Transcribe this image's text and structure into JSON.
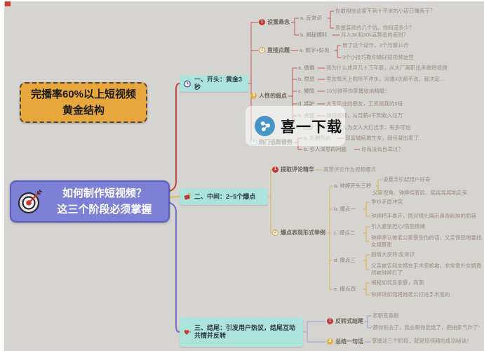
{
  "floating_topic": {
    "line1": "完播率60%以上短视频",
    "line2": "黄金结构"
  },
  "central": {
    "line1": "如何制作短视频？",
    "line2": "这三个阶段必须掌握"
  },
  "watermark": {
    "label": "喜一下载"
  },
  "colors": {
    "background": "#d6d4d1",
    "yellow_topic": "#e7a73c",
    "central_purple": "#7d81d6",
    "branch_node_teal": "#ace3da",
    "branch1_line": "#c1564c",
    "branch2_line": "#d9b44c",
    "branch3_line": "#9b9dd3",
    "badge_red": "#c23b33",
    "badge_yellow": "#d9b34a"
  },
  "branch1": {
    "title": "一、开头：黄金3秒",
    "sub1": {
      "num": "1",
      "label": "设置悬念",
      "a": {
        "label": "a. 反常识",
        "line1": "你敢相信这家不到十平米的小店日赚两千？",
        "line2": "房屋装修的几个坑，你知道多少？"
      },
      "b": {
        "label": "b. 揭秘爆料",
        "line1": "月入3K和30k运营者的差别？"
      }
    },
    "sub2": {
      "num": "2",
      "label": "直接点题",
      "a": {
        "label": "a. 数字+好处",
        "line1": "用了这个动作，3个月瘦10斤",
        "line2": "3个小技巧教你做好短视频运营"
      }
    },
    "sub3": {
      "num": "3",
      "label": "人性的弱点",
      "a": {
        "label": "a. 傲慢",
        "line1": "我为什么放弃几十万年薪，从大厂离职出来做短视频"
      },
      "b": {
        "label": "b. 愤怒",
        "line1": "室友每天上厕所不冲水，沟通3次都不改，我决定…"
      },
      "c": {
        "label": "c. 懒惰",
        "line1": "10分钟带你掌握收纳精髓！"
      },
      "d": {
        "label": "d. 嫉妒",
        "line1": "大专毕业的朋友，工资是我的5倍"
      },
      "e": {
        "label": "e. 贪婪",
        "line1": "做短视频，从月薪4千到收入过万"
      },
      "f": {
        "label": "f. 色欲",
        "line1": "两个男人为女人大打出手，有多可怕"
      }
    },
    "sub4": {
      "num": "4",
      "label": "热门话题借势",
      "a": {
        "label": "a. 近期热点",
        "line1": "郭富城结婚生女，薛佳凝出家了"
      },
      "b": {
        "label": "b. 引人深思的问题",
        "line1": "你有没有自卑过？"
      }
    }
  },
  "branch2": {
    "title": "二、中间：2~5个爆点",
    "sub1": {
      "num": "1",
      "label": "提取评论精华",
      "line1": "高赞评论作为视频爆点"
    },
    "sub2": {
      "num": "2",
      "label": "爆点表现形式举例",
      "a": {
        "label": "a. 钟婷开头三秒",
        "line1": "设悬念引起用户好奇",
        "line2": "父亲视角、钟婷挡着脸、摇摇晃晃地走来"
      },
      "b": {
        "label": "b. 爆点一",
        "line1": "争吵矛盾冲突",
        "line2": "钟婷把手拿开，面对镜头展示鼻青脸肿的面容"
      },
      "c": {
        "label": "c. 爆点二",
        "line1": "引入紧张担心/愤怒情绪",
        "line2": "钟婷承认被老公家暴受伤的话，父亲愤怒地要找女婿算账"
      },
      "d": {
        "label": "d. 爆点三",
        "line1": "剧情大反转/反常识",
        "line2": "父亲被告知女婿在手术室抢救，非常意外女婿竟然被钟婷打了"
      },
      "e": {
        "label": "e. 爆点四",
        "line1": "揭秘如何反家暴，高潮",
        "line2": "钟婷讲如何将她老公打进手术室的"
      }
    }
  },
  "branch3": {
    "title": "三、结尾：引发用户热议，结尾互动共情并反转",
    "sub1": {
      "num": "1",
      "label": "反转式结尾",
      "line1": "悲剧变喜剧",
      "line2": "“那你别去了，我去帮你拒绝了，把他家气炸了”"
    },
    "sub2": {
      "num": "2",
      "label": "总结一句话",
      "line1": "掌握这三个阶段，就是短视频的成功秘诀！"
    }
  }
}
